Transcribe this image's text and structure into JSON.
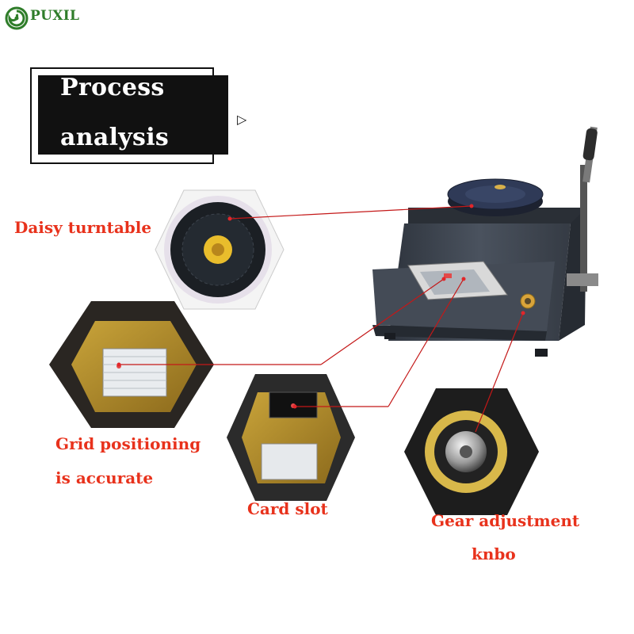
{
  "brand": {
    "name": "PUXIL",
    "logo_icon": "swirl-logo-icon",
    "color": "#2f7d2a"
  },
  "title": {
    "line1": "Process",
    "line2": "analysis",
    "arrow_icon": "play-arrow-icon"
  },
  "callouts": {
    "daisy": "Daisy turntable",
    "grid_line1": "Grid positioning",
    "grid_line2": "is accurate",
    "card_slot": "Card slot",
    "gear_line1": "Gear adjustment",
    "gear_line2": "knbo"
  },
  "colors": {
    "callout_text": "#e8321c",
    "leader_line": "#c41818",
    "machine_body": "#3d4450",
    "title_box": "#111111"
  }
}
